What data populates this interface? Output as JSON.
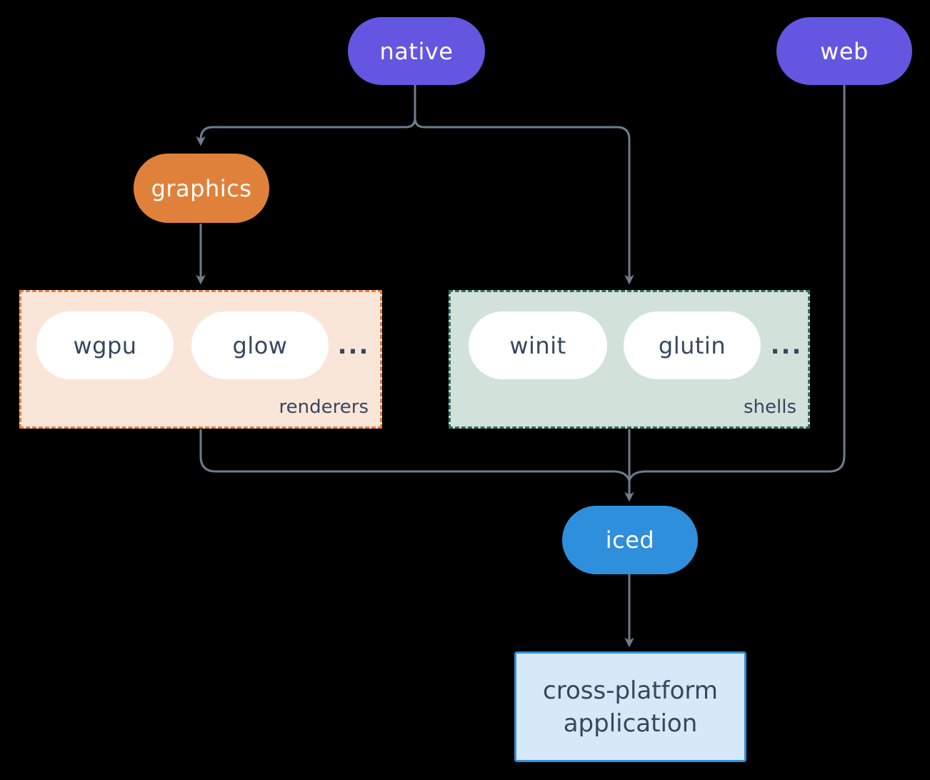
{
  "diagram": {
    "background": "#000000",
    "edge_color": "#6E7C8C",
    "text_dark": "#36475F",
    "nodes": {
      "native": {
        "label": "native",
        "color": "#6456E0"
      },
      "web": {
        "label": "web",
        "color": "#6456E0"
      },
      "graphics": {
        "label": "graphics",
        "color": "#E0813B"
      },
      "iced": {
        "label": "iced",
        "color": "#2E8FDC"
      },
      "application": {
        "label_line1": "cross-platform",
        "label_line2": "application",
        "fill": "#D7E8F9",
        "border": "#2E8FDC"
      }
    },
    "groups": {
      "renderers": {
        "label": "renderers",
        "fill": "#FAE6D8",
        "border": "#E0813B",
        "items": [
          "wgpu",
          "glow"
        ],
        "ellipsis": "..."
      },
      "shells": {
        "label": "shells",
        "fill": "#D3E1DB",
        "border": "#2E7060",
        "items": [
          "winit",
          "glutin"
        ],
        "ellipsis": "..."
      }
    },
    "edges": [
      {
        "from": "native",
        "to": "graphics"
      },
      {
        "from": "native",
        "to": "shells"
      },
      {
        "from": "graphics",
        "to": "renderers"
      },
      {
        "from": "renderers",
        "to": "iced"
      },
      {
        "from": "shells",
        "to": "iced"
      },
      {
        "from": "web",
        "to": "iced"
      },
      {
        "from": "iced",
        "to": "application"
      }
    ]
  }
}
